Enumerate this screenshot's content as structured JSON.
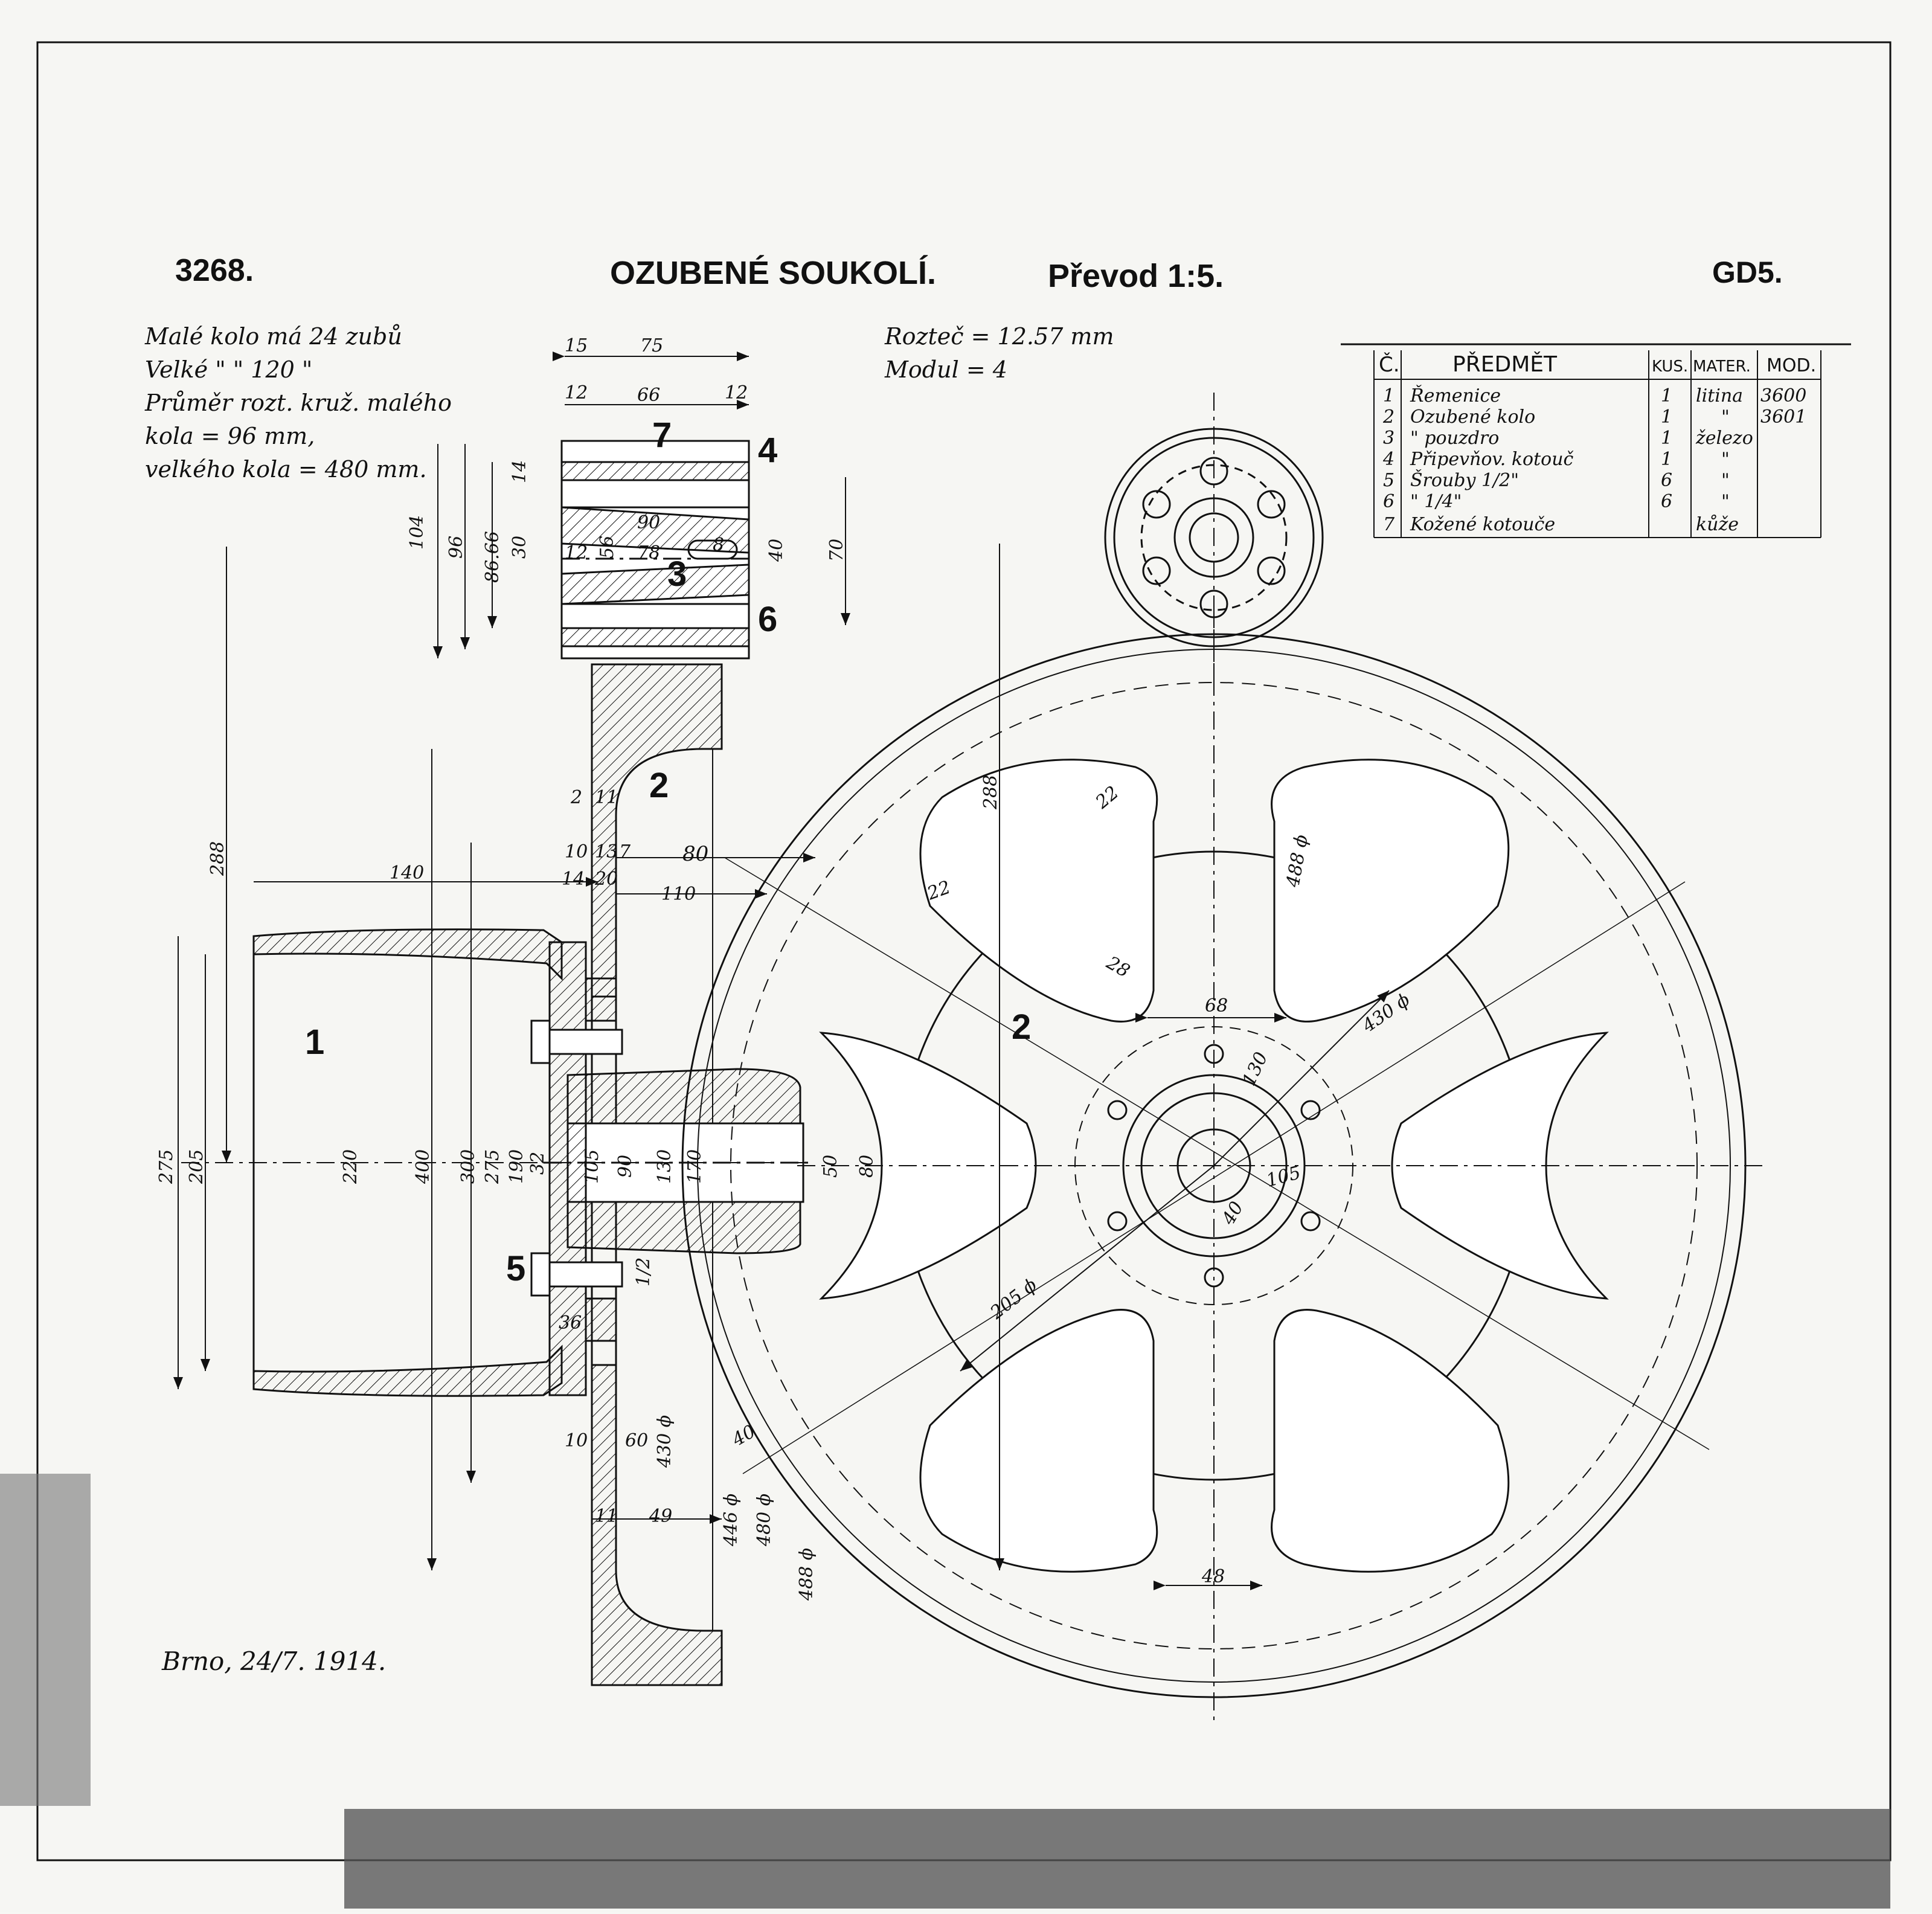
{
  "header": {
    "number": "3268.",
    "title": "OZUBENÉ SOUKOLÍ.",
    "subtitle": "Převod 1:5.",
    "code": "GD5."
  },
  "notes": [
    "Malé kolo má 24 zubů",
    "Velké \"   \" 120 \"",
    "Průměr rozt. kruž. malého",
    "kola = 96 mm,",
    "velkého kola = 480 mm."
  ],
  "pitch": {
    "line1": "Rozteč = 12.57 mm",
    "line2": "Modul = 4"
  },
  "parts_table": {
    "headers": [
      "Č.",
      "PŘEDMĚT",
      "KUS.",
      "MATER.",
      "MOD."
    ],
    "rows": [
      [
        "1",
        "Řemenice",
        "1",
        "litina",
        "3600"
      ],
      [
        "2",
        "Ozubené kolo",
        "1",
        "\"",
        "3601"
      ],
      [
        "3",
        "\"      pouzdro",
        "1",
        "železo",
        ""
      ],
      [
        "4",
        "Připevňov. kotouč",
        "1",
        "\"",
        ""
      ],
      [
        "5",
        "Šrouby 1/2\"",
        "6",
        "\"",
        ""
      ],
      [
        "6",
        "\"    1/4\"",
        "6",
        "\"",
        ""
      ],
      [
        "7",
        "Kožené kotouče",
        "",
        "kůže",
        ""
      ]
    ]
  },
  "footer": {
    "place_date": "Brno, 24/7. 1914."
  },
  "part_labels": {
    "p1": "1",
    "p2": "2",
    "p3": "3",
    "p4": "4",
    "p5": "5",
    "p6": "6",
    "p7": "7",
    "p2_front": "2"
  },
  "dims": {
    "d15": "15",
    "d75": "75",
    "d12a": "12",
    "d66": "66",
    "d12b": "12",
    "d104": "104",
    "d96": "96",
    "d86": "86.66",
    "d30": "30",
    "d14a": "14",
    "d90": "90",
    "d12c": "12",
    "d56": "56",
    "d78": "78",
    "d8": "8",
    "d40": "40",
    "d70": "70",
    "d288a": "288",
    "d2": "2",
    "d11a": "11",
    "d10a": "10",
    "d13": "13",
    "d7": "7",
    "d80a": "80",
    "d14b": "14",
    "d20": "20",
    "d110": "110",
    "d140": "140",
    "d275a": "275",
    "d205a": "205",
    "d220": "220",
    "d400": "400",
    "d300": "300",
    "d275b": "275",
    "d190": "190",
    "d32": "32",
    "d105": "105",
    "d90b": "90",
    "d130": "130",
    "d170": "170",
    "d50": "50",
    "d80b": "80",
    "d36": "36",
    "d10b": "10",
    "d60": "60",
    "d430a": "430 ϕ",
    "d40b": "40",
    "d11b": "11",
    "d49": "49",
    "d446": "446 ϕ",
    "d480": "480 ϕ",
    "d488a": "488 ϕ",
    "d12half": "1/2",
    "d288b": "288",
    "d22a": "22",
    "d22b": "22",
    "d28": "28",
    "d488b": "488 ϕ",
    "d430b": "430 ϕ",
    "d68": "68",
    "d130b": "130",
    "d105b": "105",
    "d205b": "205 ϕ",
    "d48": "48",
    "d40c": "40"
  }
}
